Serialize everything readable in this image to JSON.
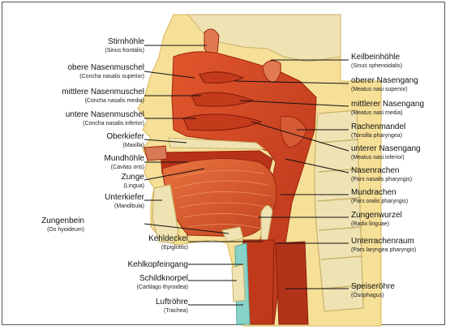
{
  "labels": {
    "stirnhoehle": {
      "main": "Stirnhöhle",
      "sub": "(Sinus frontalis)"
    },
    "obere_nasenmuschel": {
      "main": "obere Nasenmuschel",
      "sub": "(Concha nasalis superior)"
    },
    "mittlere_nasenmuschel": {
      "main": "mittlere Nasenmuschel",
      "sub": "(Concha nasalis media)"
    },
    "untere_nasenmuschel": {
      "main": "untere Nasenmuschel",
      "sub": "(Concha nasalis inferior)"
    },
    "oberkiefer": {
      "main": "Oberkiefer",
      "sub": "(Maxilla)"
    },
    "mundhoehle": {
      "main": "Mundhöhle",
      "sub": "(Cavitas oris)"
    },
    "zunge": {
      "main": "Zunge",
      "sub": "(Lingua)"
    },
    "unterkiefer": {
      "main": "Unterkiefer",
      "sub": "(Mandibula)"
    },
    "zungenbein": {
      "main": "Zungenbein",
      "sub": "(Os hyoideum)"
    },
    "kehldeckel": {
      "main": "Kehldeckel",
      "sub": "(Epiglottis)"
    },
    "kehlkopfeingang": {
      "main": "Kehlkopfeingang",
      "sub": ""
    },
    "schildknorpel": {
      "main": "Schildknorpel",
      "sub": "(Cartilago thyroidea)"
    },
    "luftroehre": {
      "main": "Luftröhre",
      "sub": "(Trachea)"
    },
    "keilbeinhoehle": {
      "main": "Keilbeinhöhle",
      "sub": "(Sinus sphenoidalis)"
    },
    "oberer_nasengang": {
      "main": "oberer Nasengang",
      "sub": "(Meatus nasi superior)"
    },
    "mittlerer_nasengang": {
      "main": "mittlerer Nasengang",
      "sub": "(Meatus nasi media)"
    },
    "rachenmandel": {
      "main": "Rachenmandel",
      "sub": "(Tonsilla pharyngea)"
    },
    "unterer_nasengang": {
      "main": "unterer Nasengang",
      "sub": "(Meatus nasi inferior)"
    },
    "nasenrachen": {
      "main": "Nasenrachen",
      "sub": "(Pars nasalis pharyngis)"
    },
    "mundrachen": {
      "main": "Mundrachen",
      "sub": "(Pars oralis pharyngis)"
    },
    "zungenwurzel": {
      "main": "Zungenwurzel",
      "sub": "(Radix linguae)"
    },
    "unterrachenraum": {
      "main": "Unterrachenraum",
      "sub": "(Pars laryngea pharyngis)"
    },
    "speiseroehre": {
      "main": "Speiseröhre",
      "sub": "(Ösophagus)"
    }
  },
  "colors": {
    "skin": "#f6df96",
    "flesh": "#d0421e",
    "dark_flesh": "#9c2410",
    "bone": "#efe3b4",
    "bone_edge": "#c9b26a",
    "airway": "#87d3c9",
    "border": "#555555",
    "leader": "#111111"
  }
}
